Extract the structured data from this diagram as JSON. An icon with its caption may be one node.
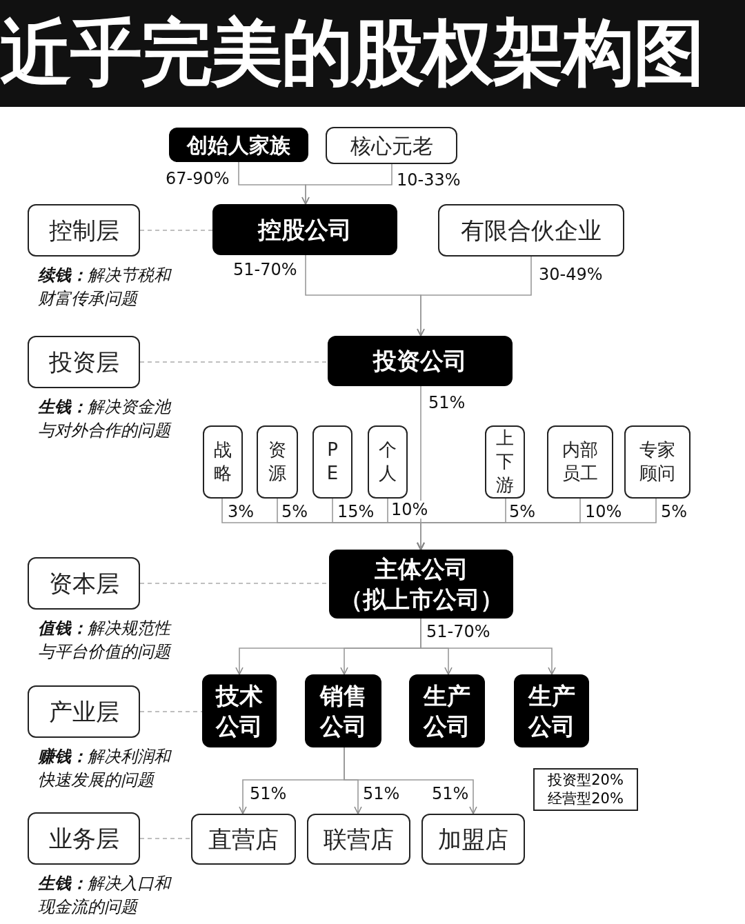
{
  "diagram": {
    "title": "近乎完美的股权架构图",
    "nodes": [
      {
        "text": [
          "创始人家族"
        ]
      },
      {
        "text": [
          "核心元老"
        ]
      },
      {
        "text": [
          "控制层"
        ],
        "beside": [
          "**续钱：**解决节税和财富传承问题"
        ]
      },
      {
        "text": [
          "控股公司"
        ]
      },
      {
        "text": [
          "有限合伙企业"
        ]
      },
      {
        "text": [
          "投资层"
        ],
        "beside": [
          "**生钱：**解决资金池与对外合作的问题"
        ]
      },
      {
        "text": [
          "投资公司"
        ]
      },
      {
        "text": [
          "战略"
        ]
      },
      {
        "text": [
          "资源"
        ]
      },
      {
        "text": [
          "PE"
        ]
      },
      {
        "text": [
          "个人"
        ]
      },
      {
        "text": [
          "上下游"
        ]
      },
      {
        "text": [
          "内部员工"
        ]
      },
      {
        "text": [
          "专家顾问"
        ]
      },
      {
        "text": [
          "资本层"
        ],
        "beside": [
          "**值钱：**解决规范性与平台价值的问题"
        ]
      },
      {
        "text": [
          "主体公司",
          "（拟上市公司）"
        ]
      },
      {
        "text": [
          "产业层"
        ],
        "beside": [
          "**赚钱：**解决利润和快速发展的问题"
        ]
      },
      {
        "text": [
          "技术公司"
        ]
      },
      {
        "text": [
          "销售公司"
        ]
      },
      {
        "text": [
          "生产公司"
        ]
      },
      {
        "text": [
          "生产公司"
        ]
      },
      {
        "text": [
          "投资型20%",
          "经营型20%"
        ]
      },
      {
        "text": [
          "业务层"
        ],
        "beside": [
          "**生钱：**解决入口和现金流的问题"
        ]
      },
      {
        "text": [
          "直营店"
        ]
      },
      {
        "text": [
          "联营店"
        ]
      },
      {
        "text": [
          "加盟店"
        ]
      }
    ],
    "edges": [
      {
        "from": 0,
        "to": 3,
        "arrow": "to",
        "label": "67-90%"
      },
      {
        "from": 1,
        "to": 3,
        "arrow": "to",
        "label": "10-33%"
      },
      {
        "from": 2,
        "to": 3,
        "arrow": "none",
        "style": "dashed"
      },
      {
        "from": 3,
        "to": 6,
        "arrow": "to",
        "label": "51-70%"
      },
      {
        "from": 4,
        "to": 6,
        "arrow": "to",
        "label": "30-49%"
      },
      {
        "from": 5,
        "to": 6,
        "arrow": "none",
        "style": "dashed"
      },
      {
        "from": 6,
        "to": 15,
        "arrow": "to",
        "label": "51%"
      },
      {
        "from": 7,
        "to": 15,
        "arrow": "to",
        "label": "3%"
      },
      {
        "from": 8,
        "to": 15,
        "arrow": "to",
        "label": "5%"
      },
      {
        "from": 9,
        "to": 15,
        "arrow": "to",
        "label": "15%"
      },
      {
        "from": 10,
        "to": 15,
        "arrow": "to",
        "label": "10%"
      },
      {
        "from": 11,
        "to": 15,
        "arrow": "to",
        "label": "5%"
      },
      {
        "from": 12,
        "to": 15,
        "arrow": "to",
        "label": "10%"
      },
      {
        "from": 13,
        "to": 15,
        "arrow": "to",
        "label": "5%"
      },
      {
        "from": 14,
        "to": 15,
        "arrow": "none",
        "style": "dashed"
      },
      {
        "from": 15,
        "to": 17,
        "arrow": "to",
        "label": "51-70%"
      },
      {
        "from": 15,
        "to": 18,
        "arrow": "to"
      },
      {
        "from": 15,
        "to": 19,
        "arrow": "to"
      },
      {
        "from": 15,
        "to": 20,
        "arrow": "to"
      },
      {
        "from": 16,
        "to": 17,
        "arrow": "none",
        "style": "dashed"
      },
      {
        "from": 18,
        "to": 23,
        "arrow": "to",
        "label": "51%"
      },
      {
        "from": 18,
        "to": 24,
        "arrow": "to",
        "label": "51%"
      },
      {
        "from": 18,
        "to": 25,
        "arrow": "to",
        "label": "51%"
      },
      {
        "from": 22,
        "to": 23,
        "arrow": "none",
        "style": "dashed"
      }
    ]
  }
}
